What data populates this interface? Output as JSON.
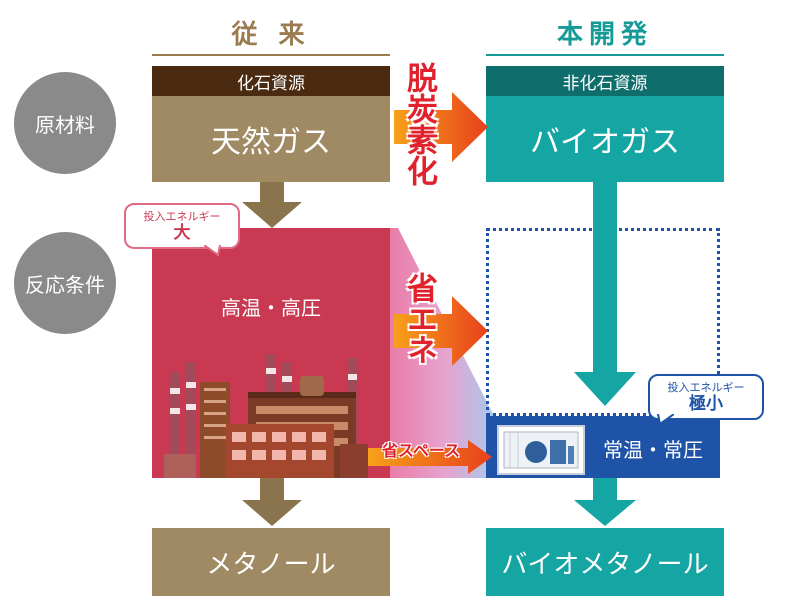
{
  "rows": {
    "raw_material": "原材料",
    "reaction_conditions": "反応条件"
  },
  "conventional": {
    "title": "従 来",
    "source_band": "化石資源",
    "raw_material": "天然ガス",
    "energy_callout": {
      "label": "投入エネルギー",
      "value": "大"
    },
    "condition": "高温・高圧",
    "product": "メタノール"
  },
  "new_development": {
    "title": "本開発",
    "source_band": "非化石資源",
    "raw_material": "バイオガス",
    "energy_callout": {
      "label": "投入エネルギー",
      "value": "極小"
    },
    "condition": "常温・常圧",
    "product": "バイオメタノール"
  },
  "benefits": {
    "decarbonization": "脱炭素化",
    "energy_saving": "省エネ",
    "space_saving": "省スペース"
  },
  "colors": {
    "conventional_brown": "#a08a64",
    "conventional_dark": "#4a2a10",
    "new_teal": "#15a5a3",
    "new_dark": "#0f6d6c",
    "high_pressure_red": "#c93a52",
    "low_pressure_blue": "#1e53a8",
    "accent_red": "#e0222d"
  }
}
